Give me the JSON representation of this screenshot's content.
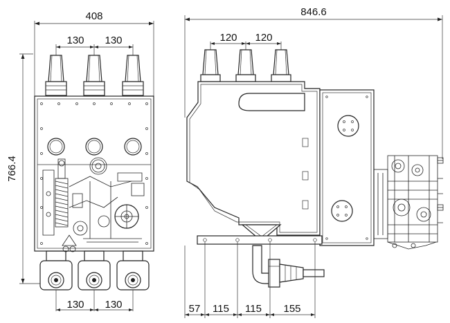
{
  "front_view": {
    "overall_width": "408",
    "top_pitch_left": "130",
    "top_pitch_right": "130",
    "height": "766.4",
    "bottom_pitch_left": "130",
    "bottom_pitch_right": "130"
  },
  "side_view": {
    "overall_width": "846.6",
    "top_pitch_left": "120",
    "top_pitch_right": "120",
    "bottom_dims": [
      "57",
      "115",
      "115",
      "155"
    ]
  }
}
